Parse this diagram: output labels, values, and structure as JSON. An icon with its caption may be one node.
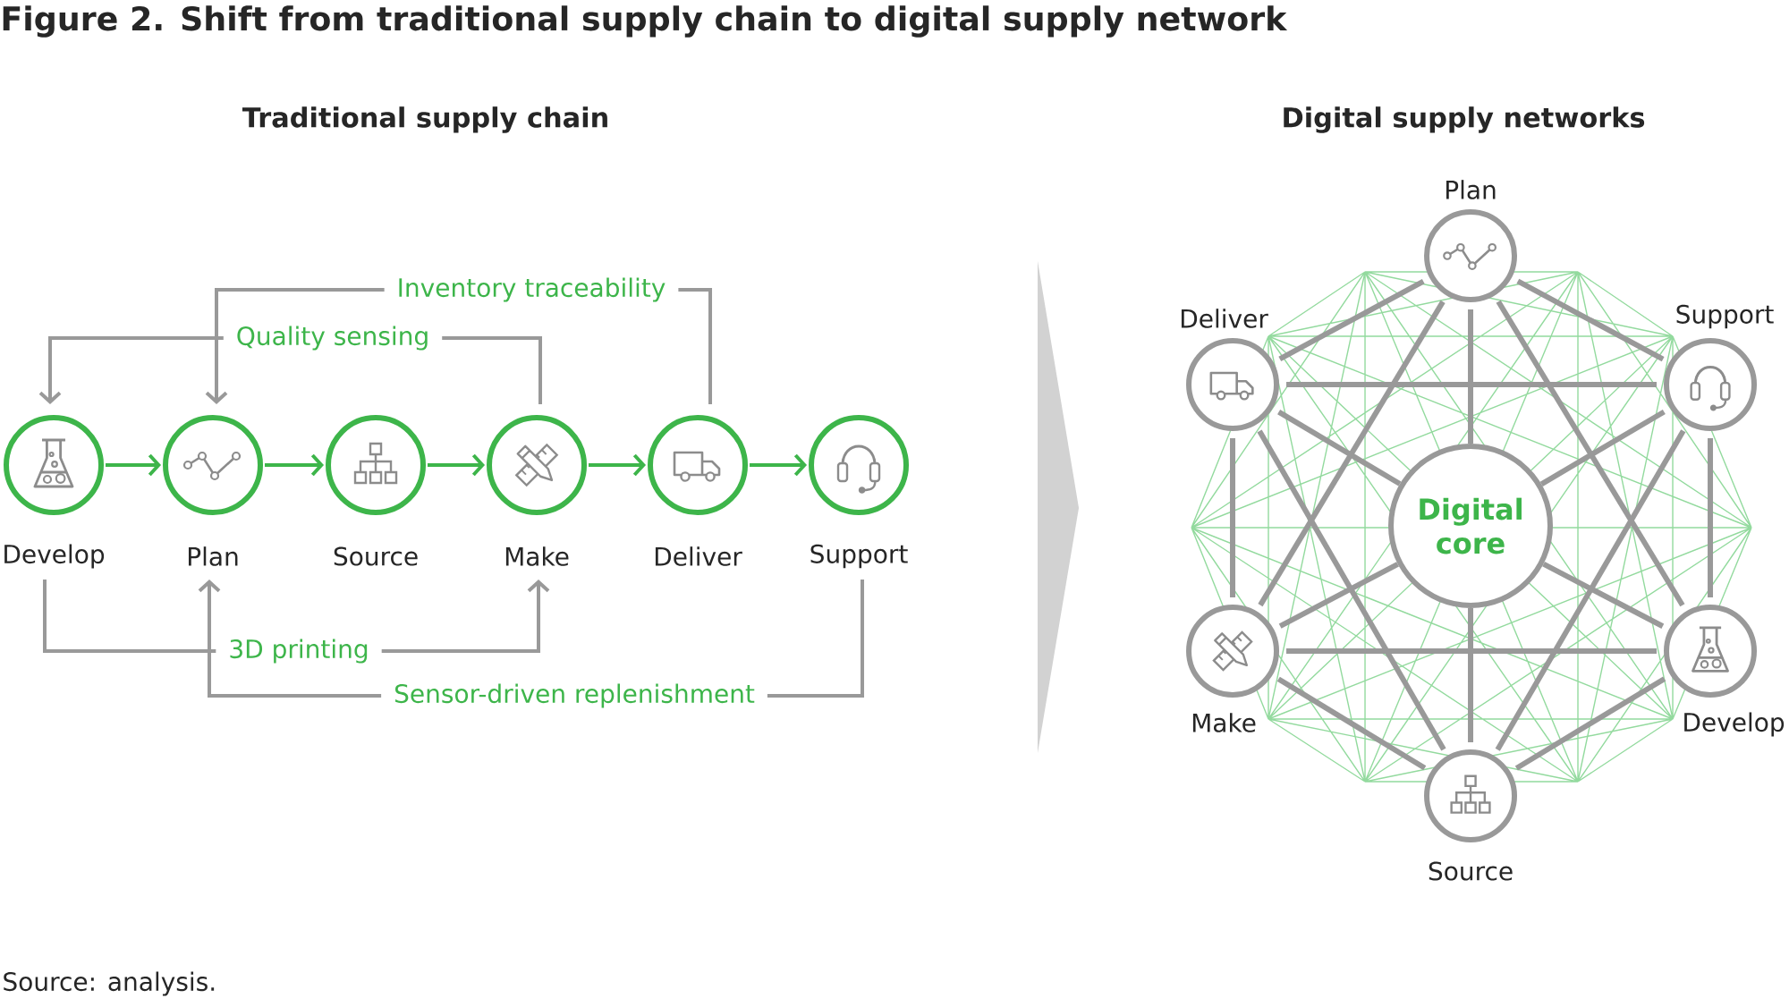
{
  "diagram": {
    "title": "Figure 2. Shift from traditional supply chain to digital supply network",
    "nodes": [
      {
        "text": [
          "Develop"
        ]
      },
      {
        "text": [
          "Plan"
        ]
      },
      {
        "text": [
          "Source"
        ]
      },
      {
        "text": [
          "Make"
        ]
      },
      {
        "text": [
          "Deliver"
        ]
      },
      {
        "text": [
          "Support"
        ]
      },
      {
        "text": [
          "Plan"
        ]
      },
      {
        "text": [
          "Deliver"
        ]
      },
      {
        "text": [
          "Support"
        ]
      },
      {
        "text": [
          "Digital core"
        ]
      },
      {
        "text": [
          "Make"
        ]
      },
      {
        "text": [
          "Develop"
        ]
      },
      {
        "text": [
          "Source"
        ]
      }
    ],
    "edges": [
      {
        "from": 0,
        "to": 1,
        "arrow": "to",
        "color": "#3db54a"
      },
      {
        "from": 1,
        "to": 2,
        "arrow": "to",
        "color": "#3db54a"
      },
      {
        "from": 2,
        "to": 3,
        "arrow": "to",
        "color": "#3db54a"
      },
      {
        "from": 3,
        "to": 4,
        "arrow": "to",
        "color": "#3db54a"
      },
      {
        "from": 4,
        "to": 5,
        "arrow": "to",
        "color": "#3db54a"
      },
      {
        "from": 4,
        "to": 1,
        "arrow": "to",
        "label": "Inventory traceability"
      },
      {
        "from": 3,
        "to": 0,
        "arrow": "to",
        "label": "Quality sensing"
      },
      {
        "from": 0,
        "to": 3,
        "arrow": "to",
        "label": "3D printing"
      },
      {
        "from": 5,
        "to": 1,
        "arrow": "to",
        "label": "Sensor-driven replenishment"
      },
      {
        "from": 6,
        "to": 7,
        "arrow": "none"
      },
      {
        "from": 6,
        "to": 8,
        "arrow": "none"
      },
      {
        "from": 6,
        "to": 10,
        "arrow": "none"
      },
      {
        "from": 6,
        "to": 11,
        "arrow": "none"
      },
      {
        "from": 6,
        "to": 9,
        "arrow": "none"
      },
      {
        "from": 7,
        "to": 8,
        "arrow": "none"
      },
      {
        "from": 7,
        "to": 10,
        "arrow": "none"
      },
      {
        "from": 7,
        "to": 12,
        "arrow": "none"
      },
      {
        "from": 7,
        "to": 9,
        "arrow": "none"
      },
      {
        "from": 8,
        "to": 11,
        "arrow": "none"
      },
      {
        "from": 8,
        "to": 12,
        "arrow": "none"
      },
      {
        "from": 8,
        "to": 9,
        "arrow": "none"
      },
      {
        "from": 10,
        "to": 9,
        "arrow": "none"
      },
      {
        "from": 11,
        "to": 9,
        "arrow": "none"
      },
      {
        "from": 12,
        "to": 9,
        "arrow": "none"
      },
      {
        "from": 10,
        "to": 11,
        "arrow": "none"
      },
      {
        "from": 10,
        "to": 12,
        "arrow": "none"
      },
      {
        "from": 11,
        "to": 12,
        "arrow": "none"
      }
    ],
    "labels": [
      "Traditional supply chain",
      "Digital supply networks",
      "Source: analysis."
    ]
  }
}
